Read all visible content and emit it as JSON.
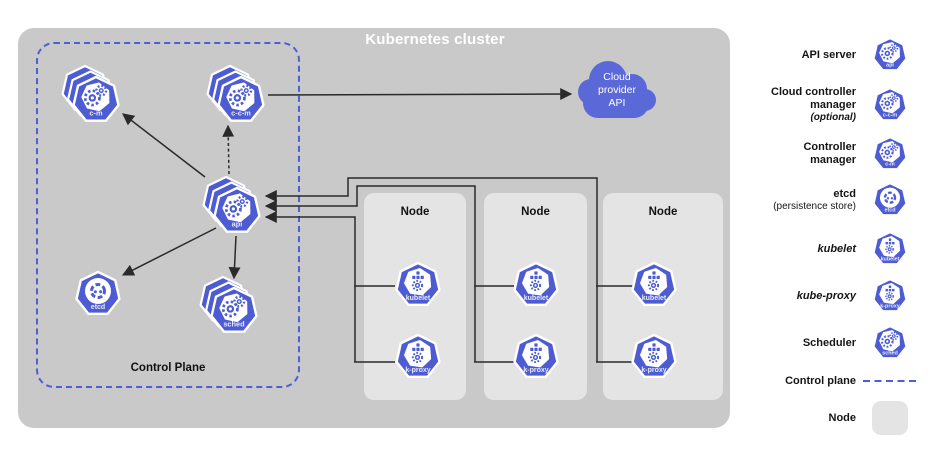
{
  "title": "Kubernetes cluster",
  "control_plane_label": "Control Plane",
  "cloud": {
    "text": "Cloud\nprovider\nAPI"
  },
  "nodes": [
    {
      "label": "Node"
    },
    {
      "label": "Node"
    },
    {
      "label": "Node"
    }
  ],
  "icon_labels": {
    "cm": "c-m",
    "ccm": "c-c-m",
    "api": "api",
    "etcd": "etcd",
    "sched": "sched",
    "kubelet": "kubelet",
    "kproxy": "k-proxy"
  },
  "legend": {
    "items": [
      {
        "label": "API server",
        "icon": "api"
      },
      {
        "label": "Cloud controller\nmanager",
        "sub": "(optional)",
        "sub_style": "italic",
        "icon": "ccm"
      },
      {
        "label": "Controller\nmanager",
        "icon": "cm"
      },
      {
        "label": "etcd",
        "sub": "(persistence store)",
        "sub_style": "normal",
        "icon": "etcd"
      },
      {
        "label": "kubelet",
        "style": "italic",
        "icon": "kubelet"
      },
      {
        "label": "kube-proxy",
        "style": "italic",
        "icon": "kproxy"
      },
      {
        "label": "Scheduler",
        "icon": "sched"
      },
      {
        "label": "Control plane",
        "swatch": "dash"
      },
      {
        "label": "Node",
        "swatch": "box"
      }
    ]
  },
  "colors": {
    "icon_blue": "#4d5cd3",
    "cloud_blue": "#5b69d8",
    "dash_blue": "#4a5fd8",
    "cluster_bg": "#c9c9c9",
    "node_bg": "#e4e4e4",
    "line": "#2a2a2a"
  }
}
